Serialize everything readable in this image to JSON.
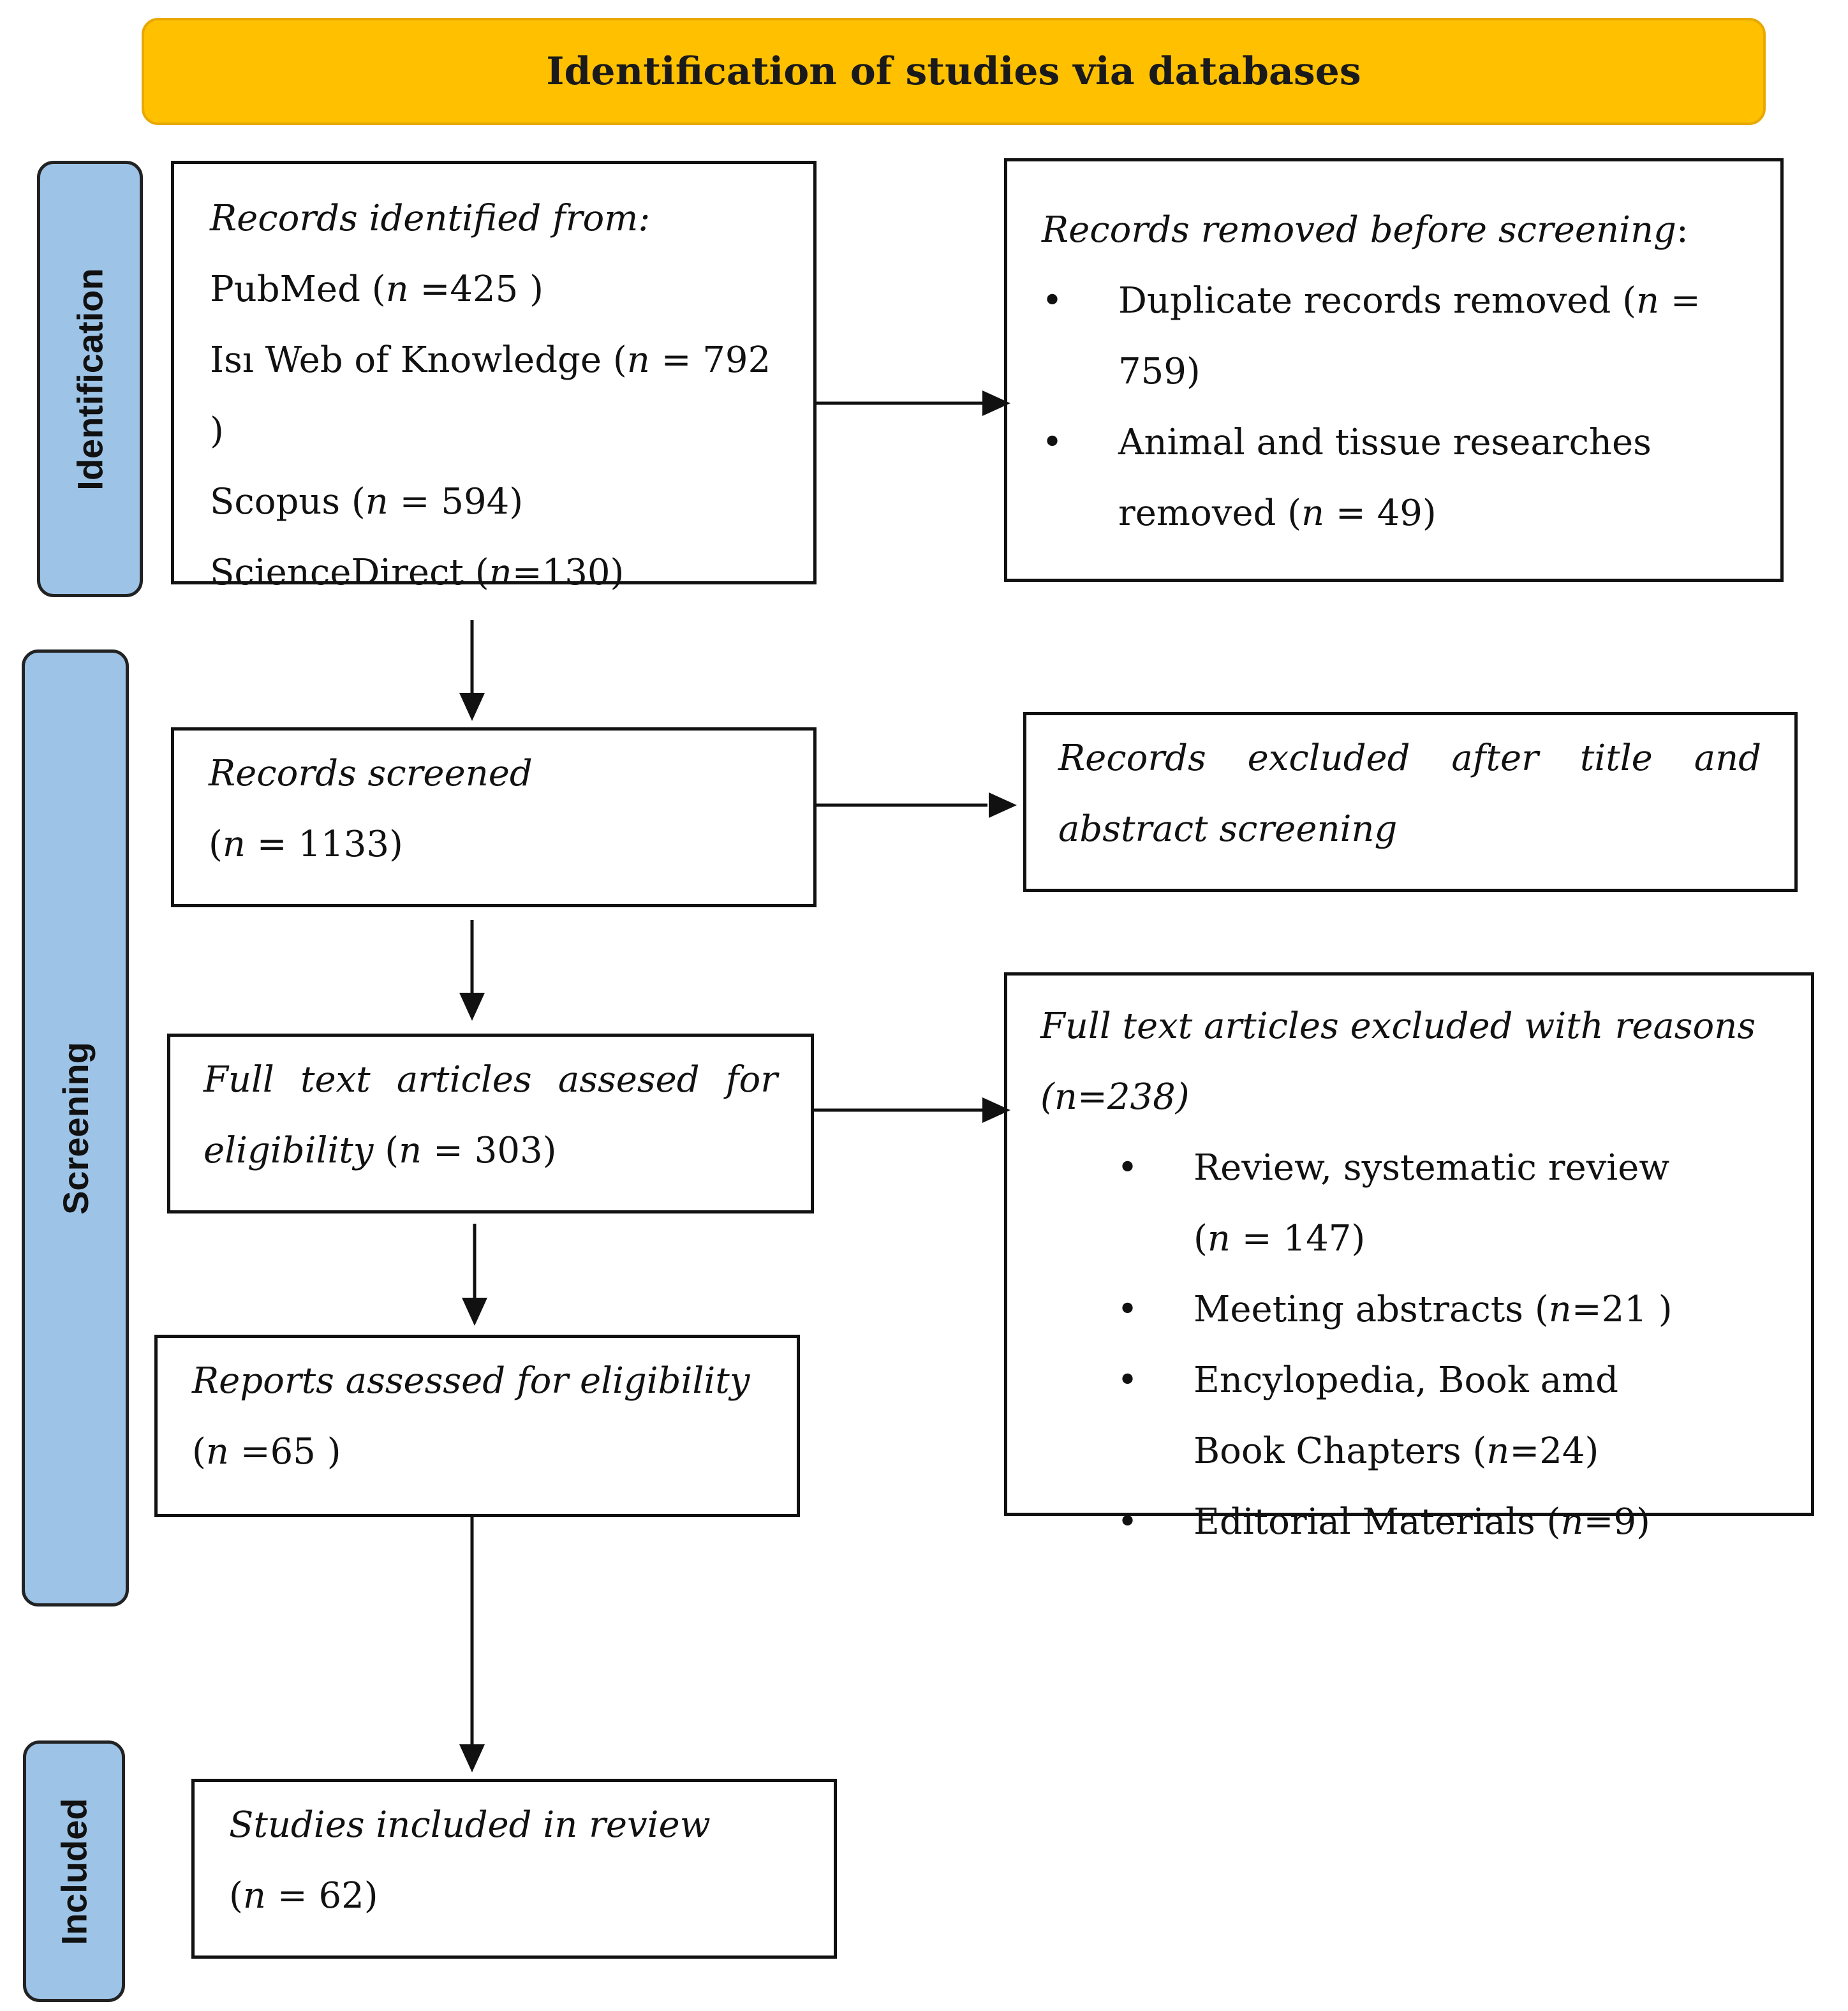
{
  "banner": {
    "title": "Identification of studies via databases"
  },
  "stages": {
    "identification": "Identification",
    "screening": "Screening",
    "included": "Included"
  },
  "records_identified": {
    "heading": "Records identified from:",
    "sources": [
      {
        "name": "PubMed",
        "prefix": "(",
        "var": "n",
        "count": " =425 )"
      },
      {
        "name": "Isı Web of Knowledge",
        "prefix": "(",
        "var": "n",
        "count": " = 792 )"
      },
      {
        "name": "Scopus",
        "prefix": "(",
        "var": "n",
        "count": " = 594)"
      },
      {
        "name": "ScienceDirect",
        "prefix": "(",
        "var": "n",
        "count": "=130)"
      }
    ]
  },
  "records_removed": {
    "heading": "Records removed before screening",
    "heading_suffix": ":",
    "items": [
      {
        "text": "Duplicate records removed",
        "prefix": "(",
        "var": "n",
        "count": " = 759)"
      },
      {
        "text": "Animal and tissue researches removed",
        "prefix": "(",
        "var": "n",
        "count": " = 49)"
      }
    ]
  },
  "records_screened": {
    "heading": "Records screened",
    "prefix": "(",
    "var": "n",
    "count": " = 1133)"
  },
  "records_excluded": {
    "text": "Records excluded after title and abstract screening"
  },
  "full_text_assessed": {
    "heading": "Full text articles assesed for eligibility",
    "prefix": "(",
    "var": "n",
    "count": " = 303)"
  },
  "full_text_excluded": {
    "heading": "Full text articles excluded with reasons (n=238)",
    "items": [
      {
        "text": "Review, systematic review",
        "prefix": "(",
        "var": "n",
        "count": " = 147)"
      },
      {
        "text": "Meeting abstracts",
        "prefix": "(",
        "var": "n",
        "count": "=21 )"
      },
      {
        "text": "Encylopedia, Book amd Book Chapters",
        "prefix": "(",
        "var": "n",
        "count": "=24)"
      },
      {
        "text": "Editorial Materials",
        "prefix": "(",
        "var": "n",
        "count": "=9)"
      }
    ]
  },
  "reports_assessed": {
    "heading": "Reports assessed for eligibility",
    "prefix": "(",
    "var": "n",
    "count": " =65 )"
  },
  "studies_included": {
    "heading": "Studies included in review",
    "prefix": "(",
    "var": "n",
    "count": " = 62)"
  },
  "colors": {
    "banner_fill": "#FFC000",
    "stage_fill": "#9DC3E6",
    "line": "#111111"
  }
}
